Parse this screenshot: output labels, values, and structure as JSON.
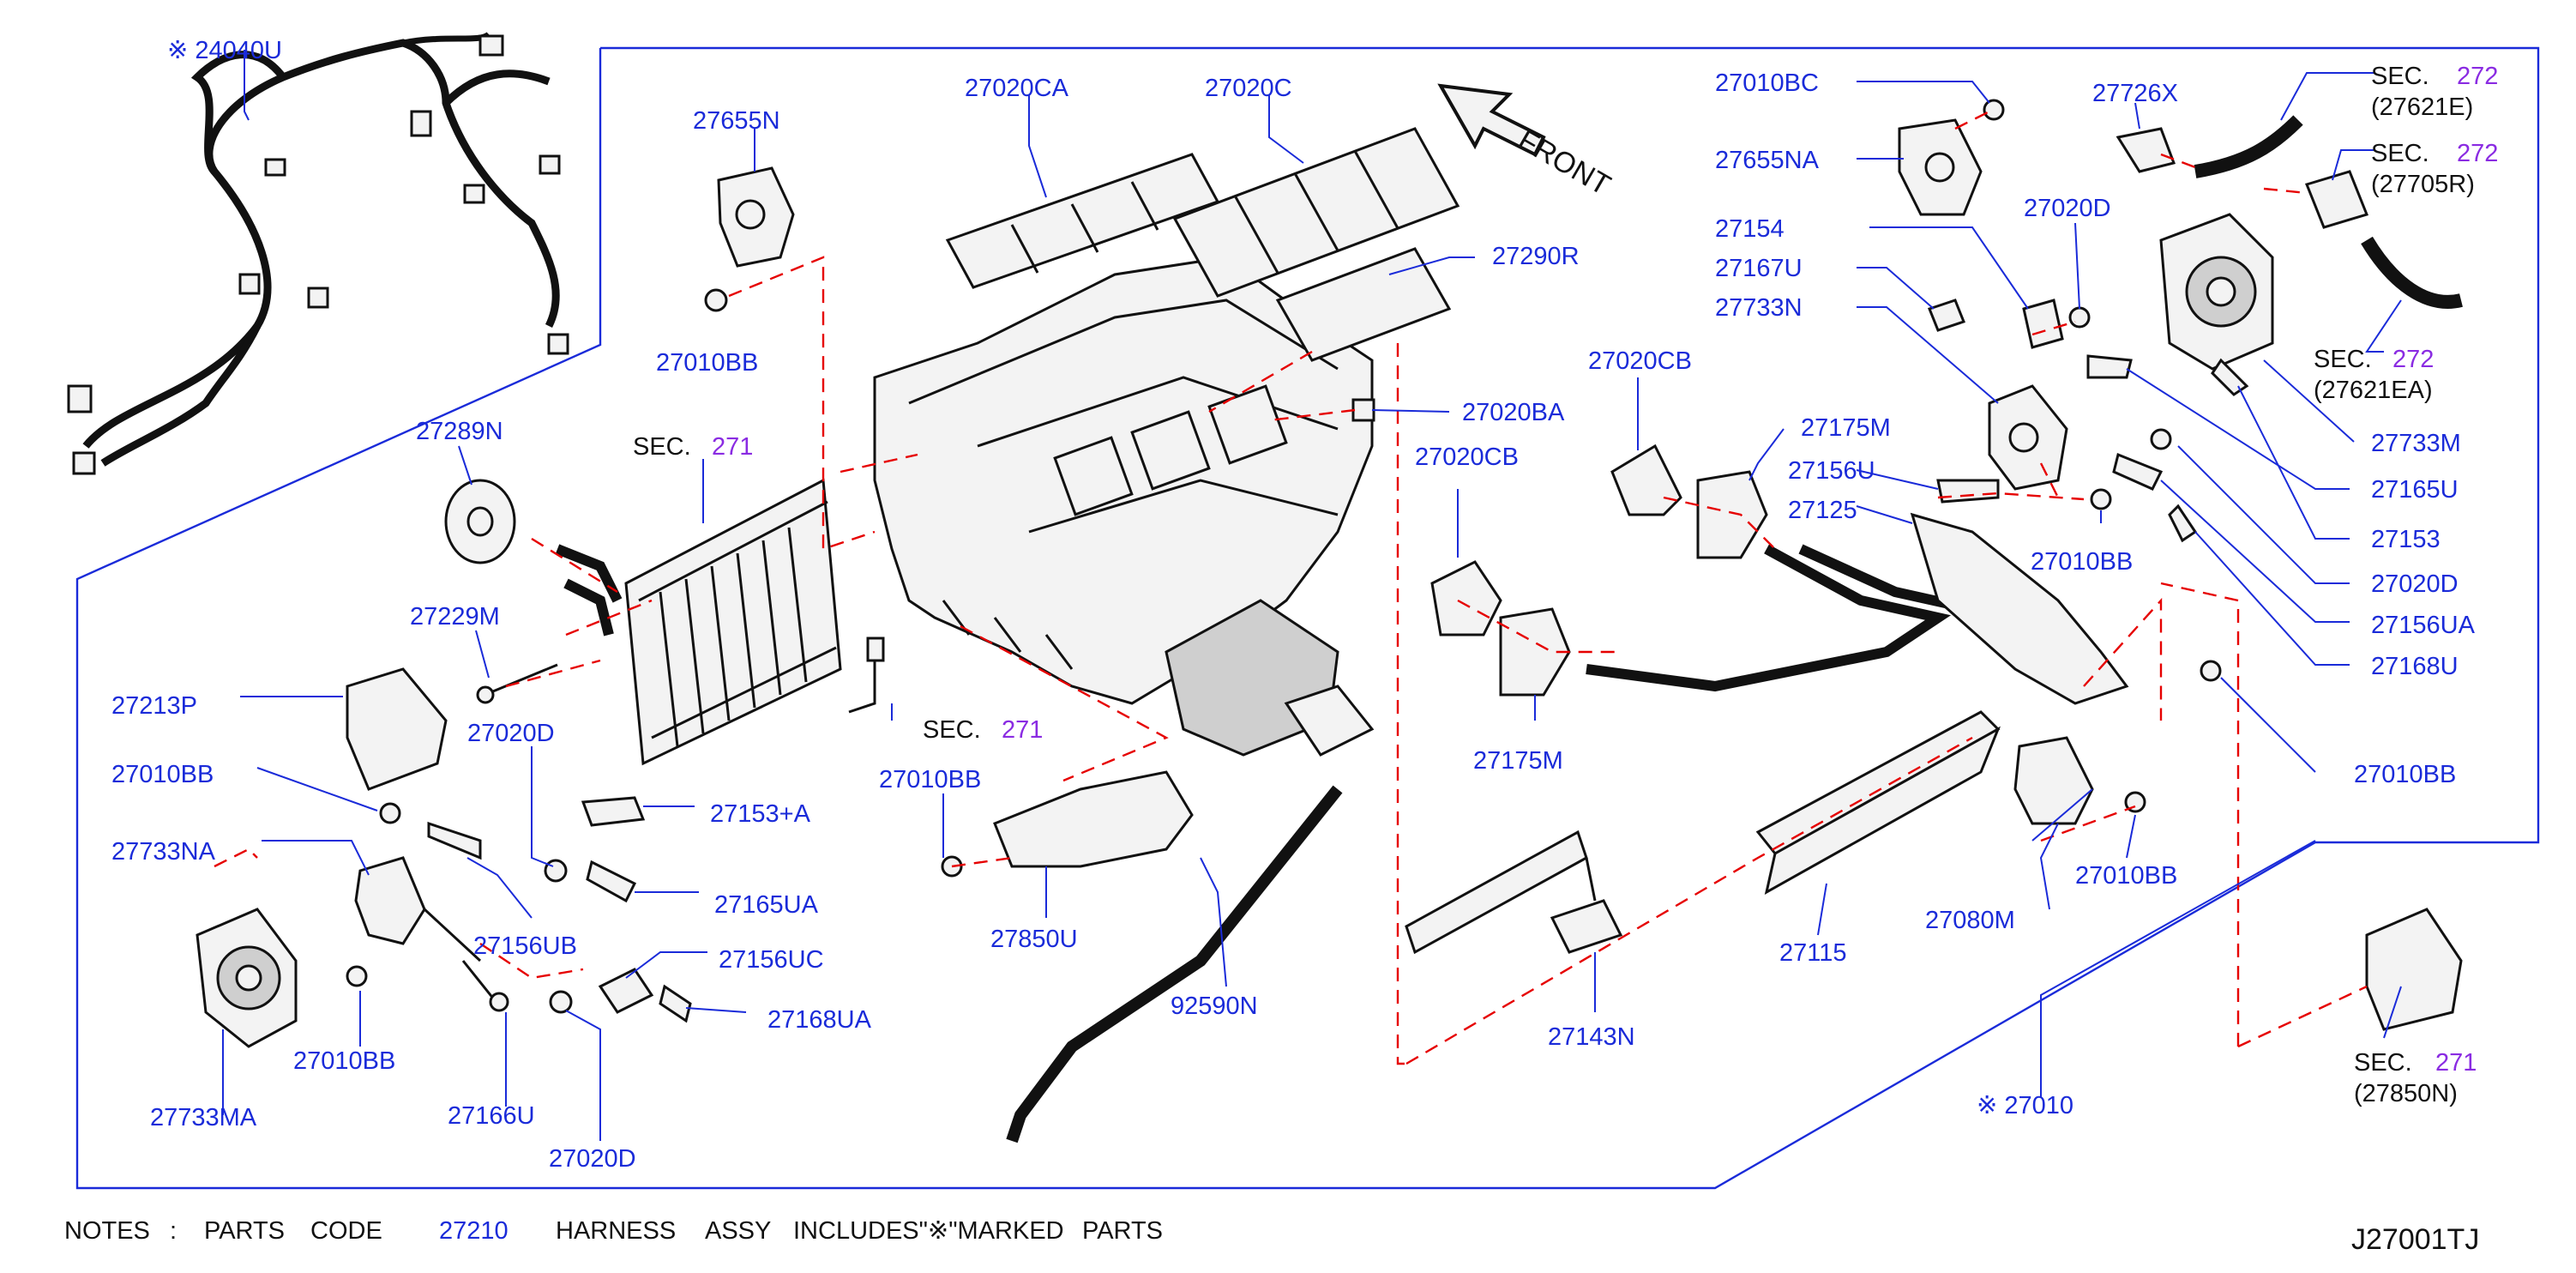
{
  "diagram_id": "J27001TJ",
  "front_label": "FRONT",
  "notes": {
    "prefix": "NOTES",
    "colon": ":",
    "w1": "PARTS",
    "w2": "CODE",
    "code": "27210",
    "w3": "HARNESS",
    "w4": "ASSY",
    "w5": "INCLUDES\"※\"MARKED",
    "w6": "PARTS"
  },
  "labels": {
    "p24040U": "※ 24040U",
    "p27655N": "27655N",
    "p27010BB_a": "27010BB",
    "p27020CA": "27020CA",
    "p27020C": "27020C",
    "p27290R": "27290R",
    "p27020BA": "27020BA",
    "p27289N": "27289N",
    "sec271_a_prefix": "SEC.",
    "sec271_a_num": "271",
    "p27229M": "27229M",
    "p27213P": "27213P",
    "p27020D_a": "27020D",
    "p27010BB_b": "27010BB",
    "p27153A": "27153+A",
    "p27733NA": "27733NA",
    "p27165UA": "27165UA",
    "p27156UB": "27156UB",
    "p27156UC": "27156UC",
    "p27168UA": "27168UA",
    "p27010BB_c": "27010BB",
    "p27733MA": "27733MA",
    "p27166U": "27166U",
    "p27020D_b": "27020D",
    "sec271_b_prefix": "SEC.",
    "sec271_b_num": "271",
    "p27010BB_d": "27010BB",
    "p27850U": "27850U",
    "p92590N": "92590N",
    "p27020CB_a": "27020CB",
    "p27020CB_b": "27020CB",
    "p27175M_a": "27175M",
    "p27175M_b": "27175M",
    "p27156U": "27156U",
    "p27125": "27125",
    "p27143N": "27143N",
    "p27115": "27115",
    "p27010": "※ 27010",
    "p27010BC": "27010BC",
    "p27655NA": "27655NA",
    "p27726X": "27726X",
    "sec272_a_prefix": "SEC.",
    "sec272_a_num": "272",
    "sec272_a_sub": "(27621E)",
    "sec272_b_prefix": "SEC.",
    "sec272_b_num": "272",
    "sec272_b_sub": "(27705R)",
    "sec272_c_prefix": "SEC.",
    "sec272_c_num": "272",
    "sec272_c_sub": "(27621EA)",
    "p27154": "27154",
    "p27020D_c": "27020D",
    "p27167U": "27167U",
    "p27733N": "27733N",
    "p27733M": "27733M",
    "p27165U": "27165U",
    "p27153": "27153",
    "p27010BB_e": "27010BB",
    "p27020D_d": "27020D",
    "p27156UA": "27156UA",
    "p27168U": "27168U",
    "p27010BB_f": "27010BB",
    "p27080M": "27080M",
    "p27010BB_g": "27010BB",
    "sec271_c_prefix": "SEC.",
    "sec271_c_num": "271",
    "sec271_c_sub": "(27850N)"
  },
  "colors": {
    "label": "#1a2bd9",
    "section_number": "#8a2be2",
    "dashed_guide": "#e60000",
    "text": "#111111"
  }
}
